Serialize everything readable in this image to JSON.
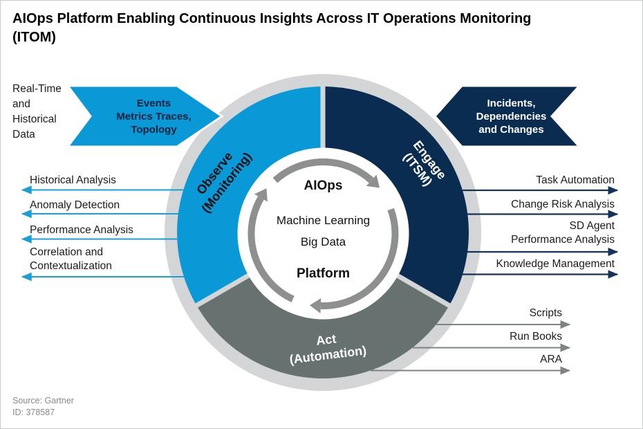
{
  "title": "AIOps Platform Enabling Continuous Insights Across IT Operations Monitoring (ITOM)",
  "input_left": {
    "context": "Real-Time and Historical Data",
    "banner_lines": [
      "Events",
      "Metrics Traces,",
      "Topology"
    ]
  },
  "input_right": {
    "banner_lines": [
      "Incidents,",
      "Dependencies",
      "and Changes"
    ]
  },
  "wheel": {
    "segments": [
      {
        "name": "Observe",
        "qualifier": "(Monitoring)"
      },
      {
        "name": "Engage",
        "qualifier": "(ITSM)"
      },
      {
        "name": "Act",
        "qualifier": "(Automation)"
      }
    ],
    "hub": {
      "top": "AIOps",
      "line1": "Machine Learning",
      "line2": "Big Data",
      "bottom": "Platform"
    }
  },
  "observe_outputs": [
    {
      "line1": "Historical Analysis"
    },
    {
      "line1": "Anomaly Detection"
    },
    {
      "line1": "Performance Analysis"
    },
    {
      "line1": "Correlation and",
      "line2": "Contextualization"
    }
  ],
  "engage_outputs": [
    {
      "line1": "Task Automation"
    },
    {
      "line1": "Change Risk Analysis"
    },
    {
      "line1": "SD Agent",
      "line2": "Performance Analysis"
    },
    {
      "line1": "Knowledge Management"
    }
  ],
  "act_outputs": [
    "Scripts",
    "Run Books",
    "ARA"
  ],
  "footer": {
    "source": "Source: Gartner",
    "id": "ID: 378587"
  },
  "colors": {
    "light_blue": "#0999D6",
    "navy": "#0A2C50",
    "segment_gray": "#667170",
    "ring_gray": "#D3D5D6",
    "cycle_gray": "#8D908F",
    "output_arrow_gray": "#7E8384",
    "observe_arrow_blue": "#189FD9",
    "engage_arrow_navy": "#14335B"
  }
}
